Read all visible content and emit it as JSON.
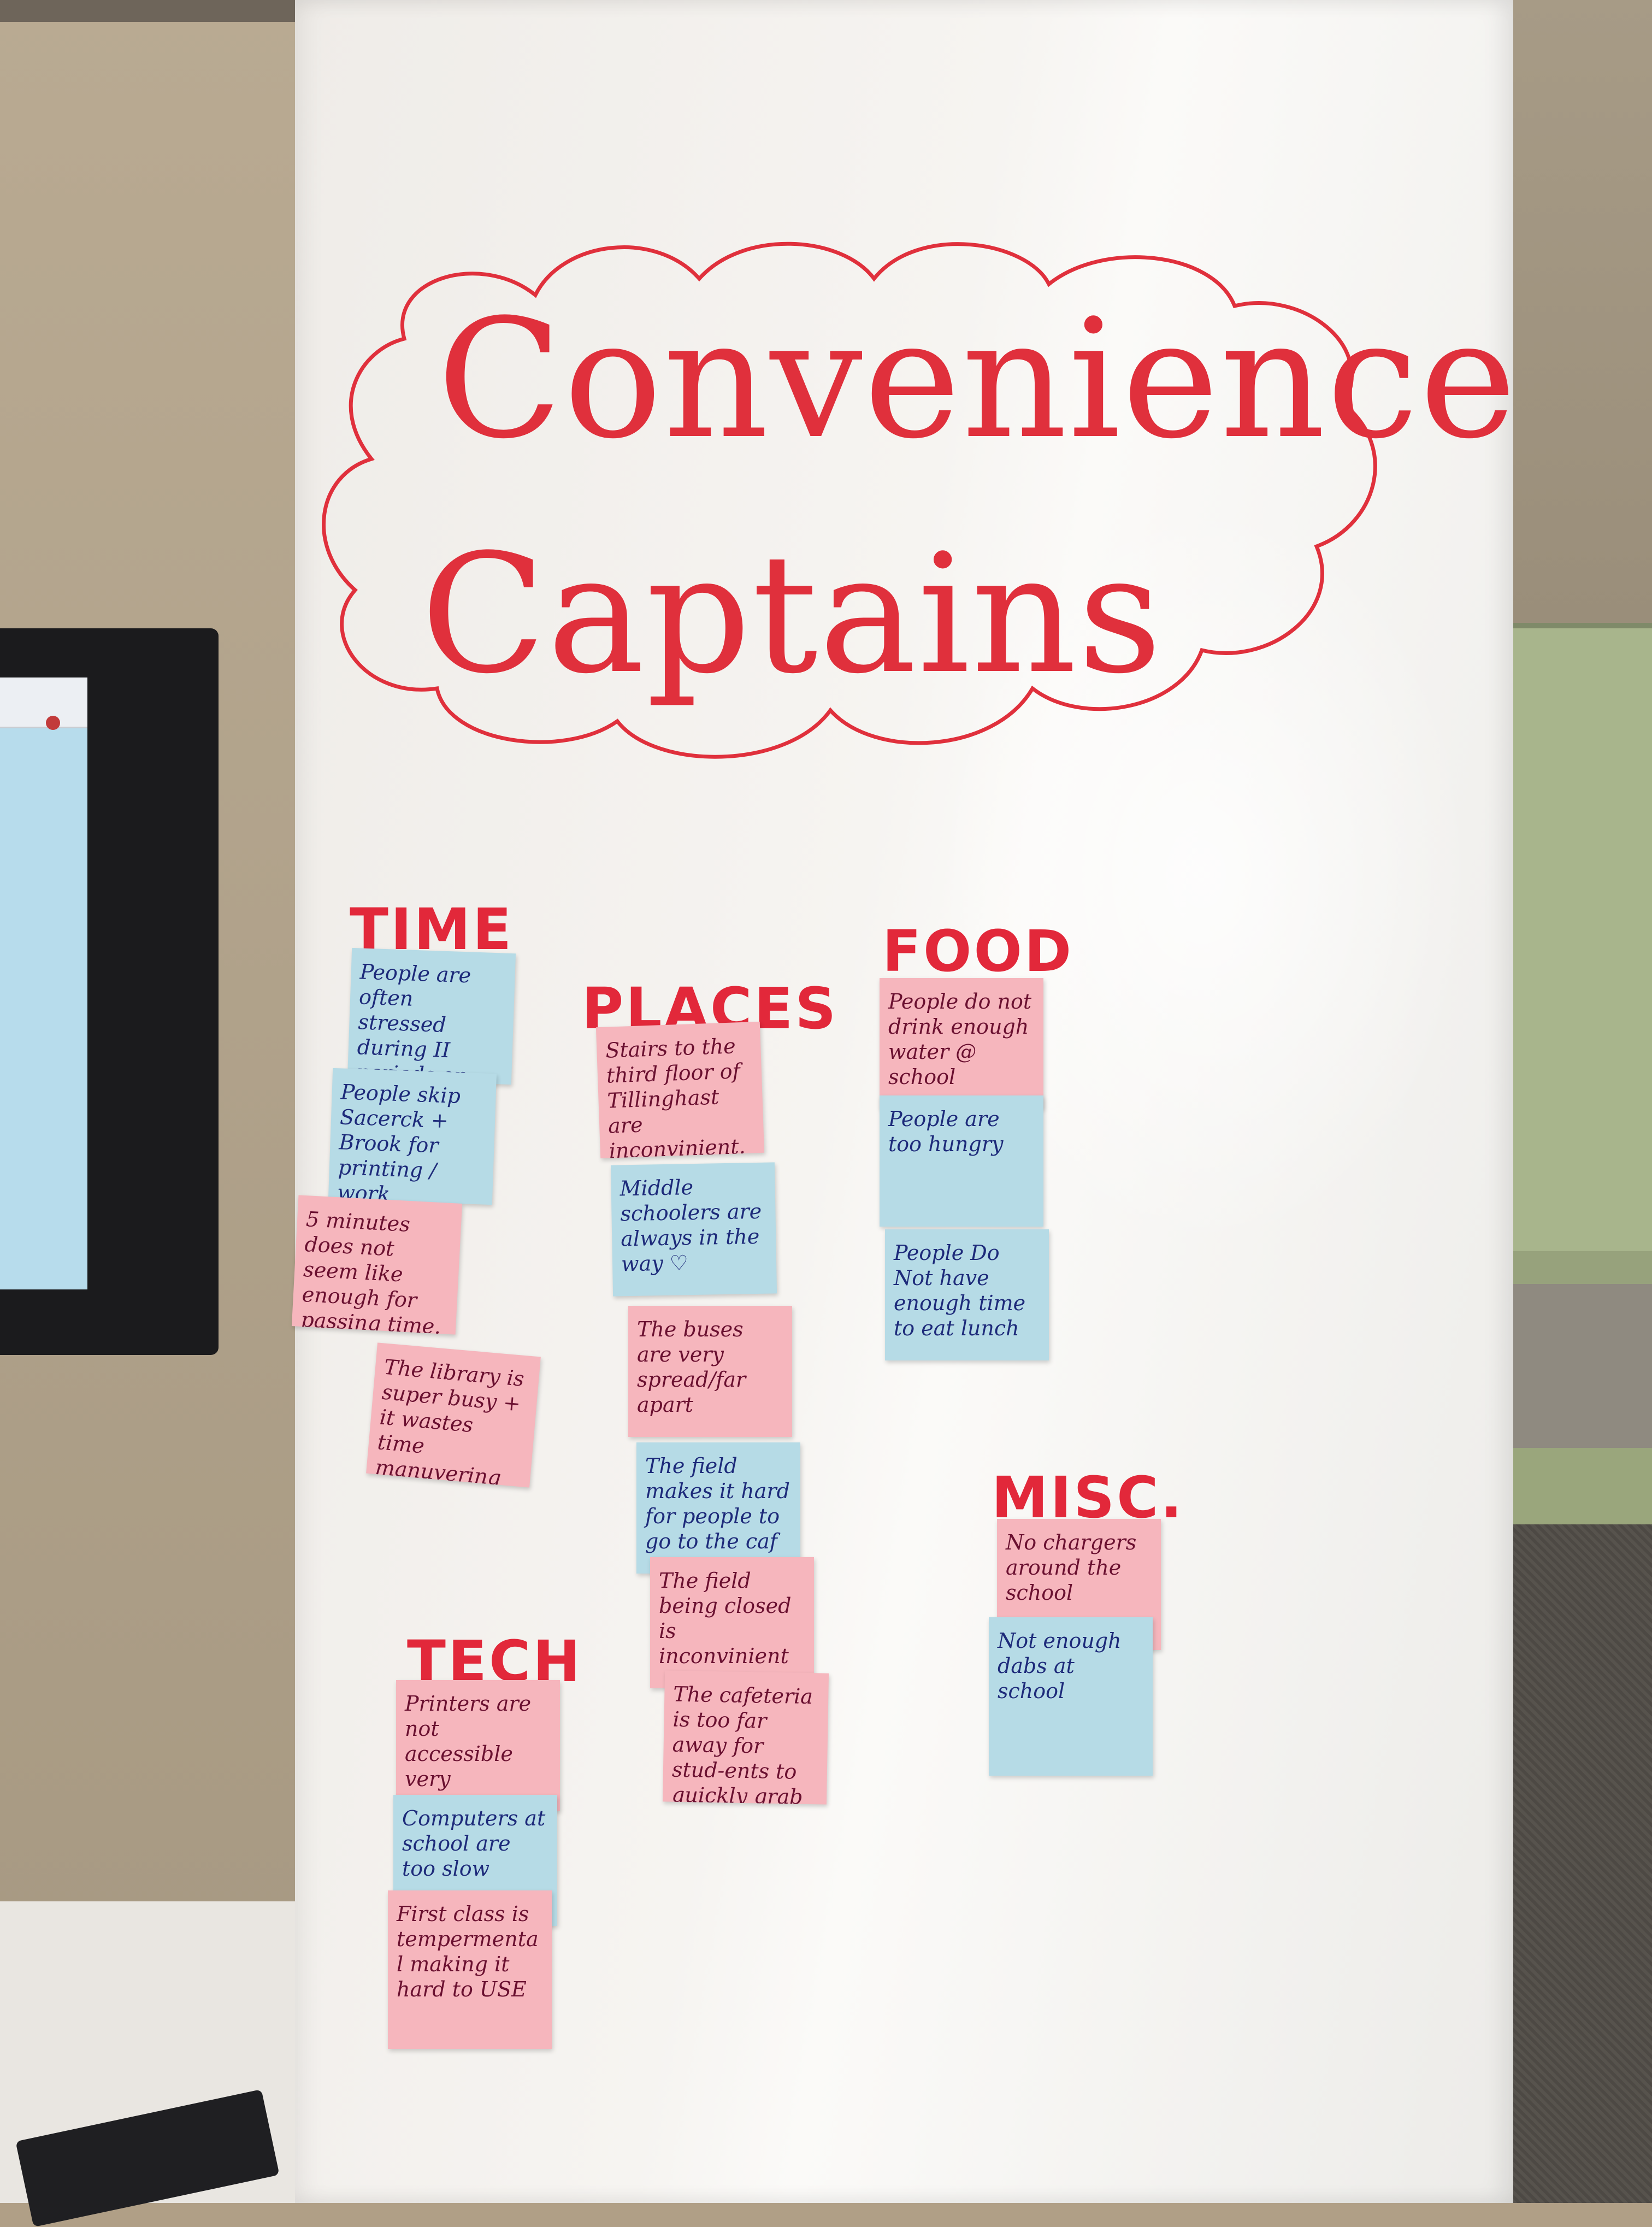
{
  "title": {
    "line1": "Convenience",
    "line2": "Captains"
  },
  "categories": {
    "time": "TIME",
    "places": "PLACES",
    "food": "FOOD",
    "tech": "TECH",
    "misc": "MISC."
  },
  "notes": {
    "time": [
      "People are often stressed during II periods or Assemblies",
      "People skip Sacerck + Brook for printing / work",
      "5 minutes does not seem like enough for passing time.",
      "The library is super busy + it wastes time manuvering around the people"
    ],
    "places": [
      "Stairs to the third floor of Tillinghast are inconvinient.",
      "Middle schoolers are always in the way ♡",
      "The buses are very spread/far apart",
      "The field makes it hard for people to go to the caf",
      "The field being closed is inconvinient",
      "The cafeteria is too far away for stud-ents to quickly grab food."
    ],
    "food": [
      "People do not drink enough water @ school",
      "People are too hungry",
      "People Do Not have enough time to eat lunch"
    ],
    "tech": [
      "Printers are not accessible very",
      "Computers at school are too slow",
      "First class is tempermental making it hard to USE"
    ],
    "misc": [
      "No chargers around the school",
      "Not enough dabs at school"
    ]
  },
  "colors": {
    "marker": "#e0303c",
    "pink_note": "#f6b6bd",
    "blue_note": "#b6dbe6"
  }
}
